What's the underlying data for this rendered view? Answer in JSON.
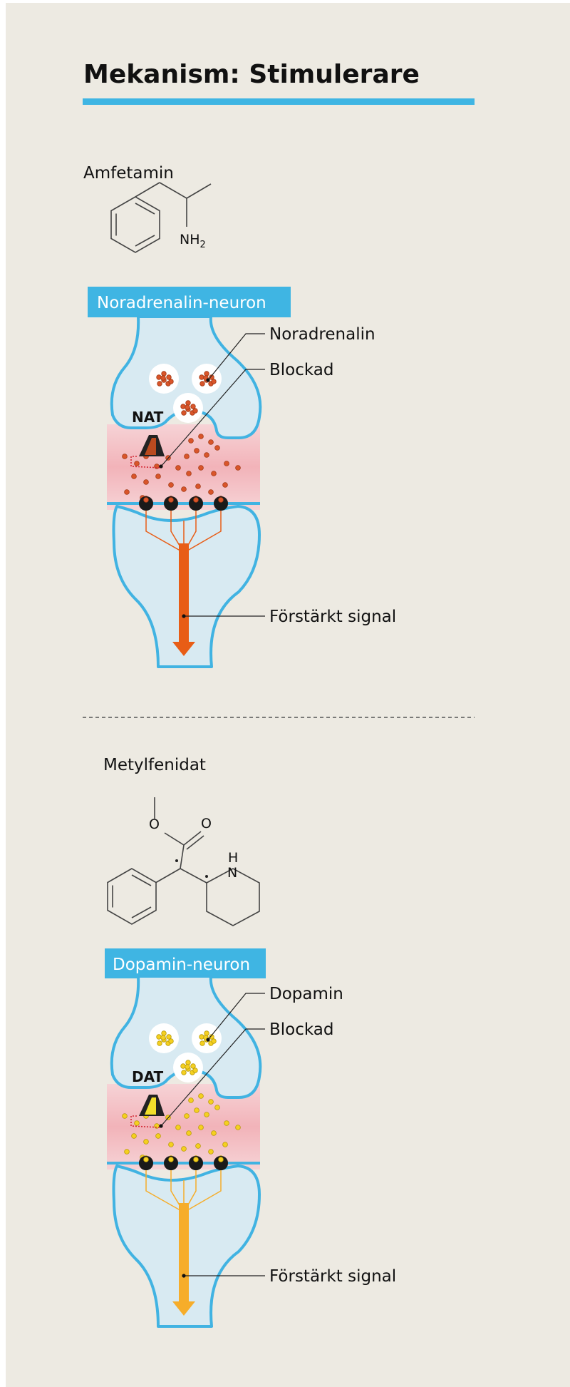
{
  "title": "Mekanism: Stimulerare",
  "colors": {
    "accent": "#3fb5e3",
    "membrane": "#41b3e2",
    "cell_fill": "#d8eaf2",
    "cleft": "#f4bfc4",
    "noradrenalin": "#d9552a",
    "dopamin": "#f5d020",
    "signal_orange": "#e85d16",
    "signal_yellow": "#f6ad2a",
    "background": "#edeae2"
  },
  "sections": [
    {
      "compound": "Amfetamin",
      "amine_group": {
        "main": "NH",
        "subscript": "2"
      },
      "neuron": "Noradrenalin-neuron",
      "transporter": "NAT",
      "neurotransmitter": "Noradrenalin",
      "blocked": "Blockad",
      "signal": "Förstärkt signal"
    },
    {
      "compound": "Metylfenidat",
      "atoms": {
        "o1": "O",
        "o2": "O",
        "h": "H",
        "n": "N"
      },
      "neuron": "Dopamin-neuron",
      "transporter": "DAT",
      "neurotransmitter": "Dopamin",
      "blocked": "Blockad",
      "signal": "Förstärkt signal"
    }
  ]
}
